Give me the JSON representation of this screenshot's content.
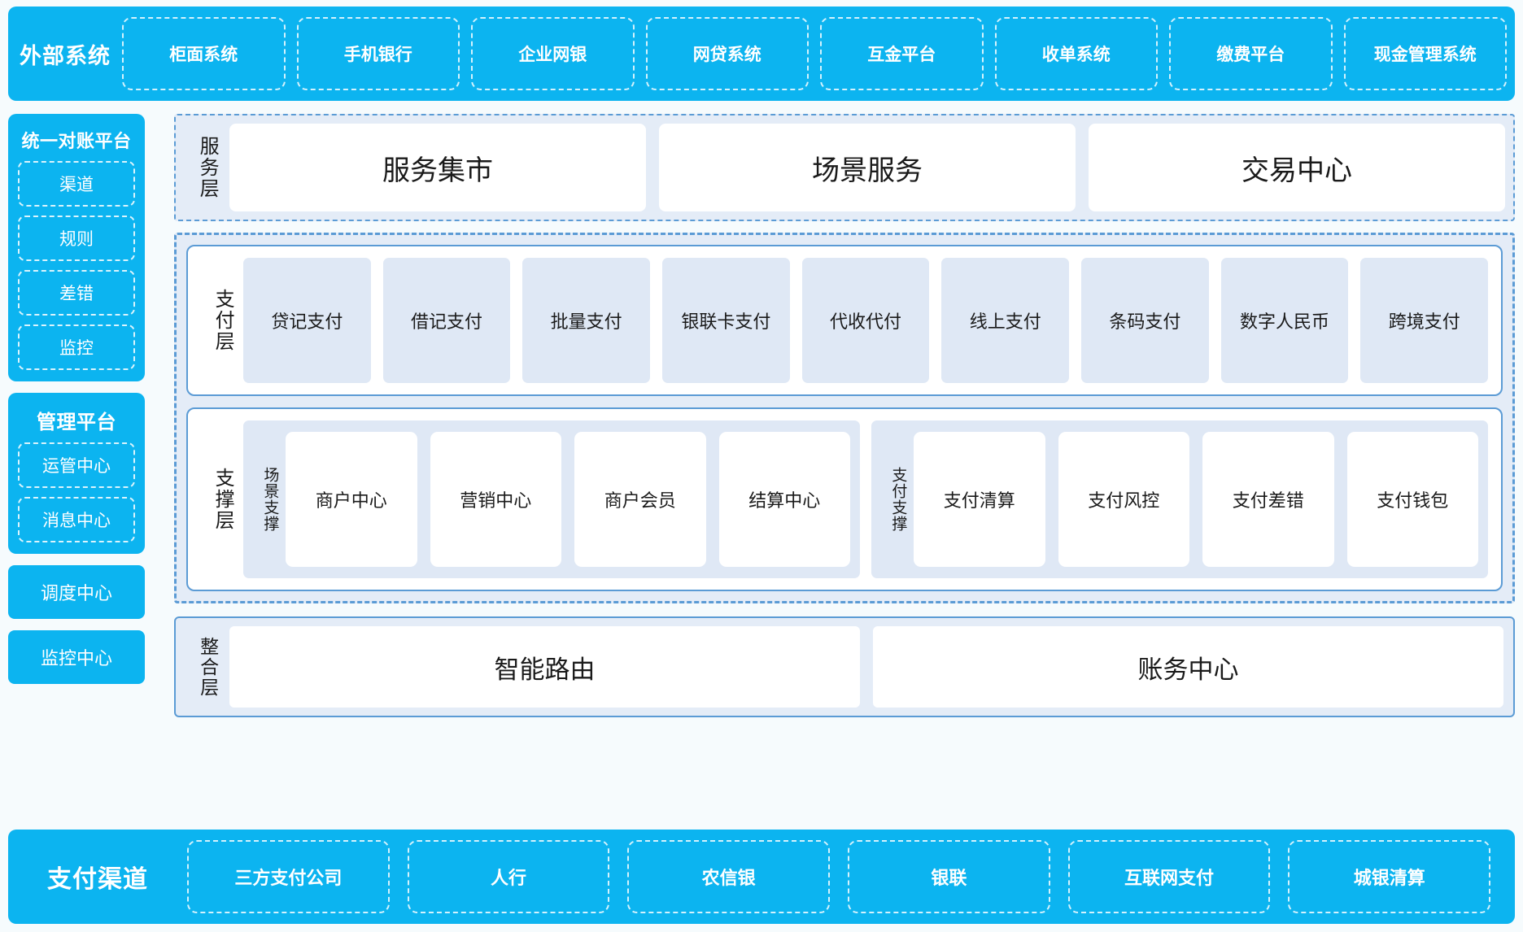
{
  "colors": {
    "cyan": "#0cb4f0",
    "dash_blue": "#5b9bd5",
    "light_blue_fill": "#e4ecf7",
    "card_blue_fill": "#dfe8f5",
    "page_bg": "#f6fbfd",
    "white": "#ffffff"
  },
  "external_systems": {
    "title": "外部系统",
    "items": [
      "柜面系统",
      "手机银行",
      "企业网银",
      "网贷系统",
      "互金平台",
      "收单系统",
      "缴费平台",
      "现金管理系统"
    ]
  },
  "sidebar": {
    "reconcile_platform": {
      "title": "统一对账平台",
      "items": [
        "渠道",
        "规则",
        "差错",
        "监控"
      ]
    },
    "management_platform": {
      "title": "管理平台",
      "items": [
        "运管中心",
        "消息中心"
      ]
    },
    "standalone": [
      "调度中心",
      "监控中心"
    ]
  },
  "service_layer": {
    "label": "服务层",
    "cards": [
      "服务集市",
      "场景服务",
      "交易中心"
    ]
  },
  "payment_layer": {
    "label": "支付层",
    "cards": [
      "贷记支付",
      "借记支付",
      "批量支付",
      "银联卡支付",
      "代收代付",
      "线上支付",
      "条码支付",
      "数字人民币",
      "跨境支付"
    ]
  },
  "support_layer": {
    "label": "支撑层",
    "groups": [
      {
        "label": "场景支撑",
        "cards": [
          "商户中心",
          "营销中心",
          "商户会员",
          "结算中心"
        ]
      },
      {
        "label": "支付支撑",
        "cards": [
          "支付清算",
          "支付风控",
          "支付差错",
          "支付钱包"
        ]
      }
    ]
  },
  "integration_layer": {
    "label": "整合层",
    "cards": [
      "智能路由",
      "账务中心"
    ]
  },
  "payment_channels": {
    "title": "支付渠道",
    "items": [
      "三方支付公司",
      "人行",
      "农信银",
      "银联",
      "互联网支付",
      "城银清算"
    ]
  }
}
